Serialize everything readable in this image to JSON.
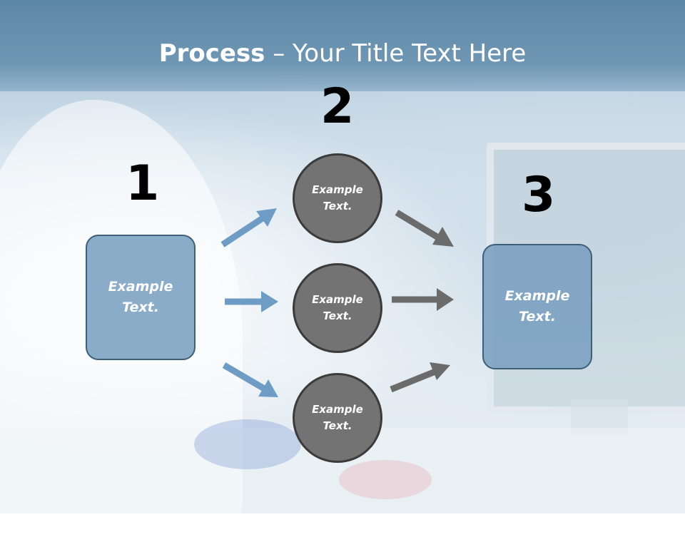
{
  "title": {
    "bold": "Process",
    "rest": " – Your Title Text Here"
  },
  "steps": {
    "n1": "1",
    "n2": "2",
    "n3": "3"
  },
  "boxes": {
    "left": "Example\nText.",
    "right": "Example\nText."
  },
  "circles": {
    "top": "Example\nText.",
    "middle": "Example\nText.",
    "bottom": "Example\nText."
  },
  "colors": {
    "title_band": "#6a93b1",
    "box_fill": "#769ebe",
    "circle_fill": "#737373",
    "blue_arrow": "#6f9cc4",
    "gray_arrow": "#6b6b6b"
  }
}
